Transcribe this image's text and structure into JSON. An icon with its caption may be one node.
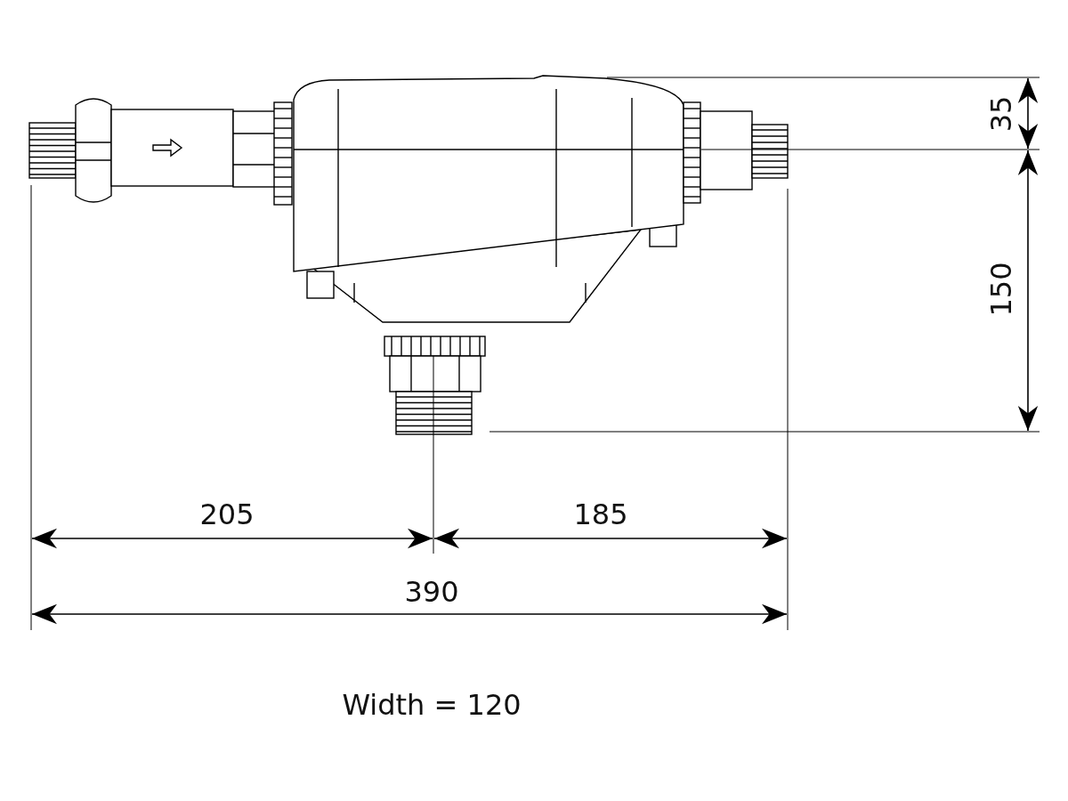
{
  "diagram": {
    "labels": [
      "35",
      "150",
      "205",
      "185",
      "390",
      "Width = 120"
    ]
  }
}
